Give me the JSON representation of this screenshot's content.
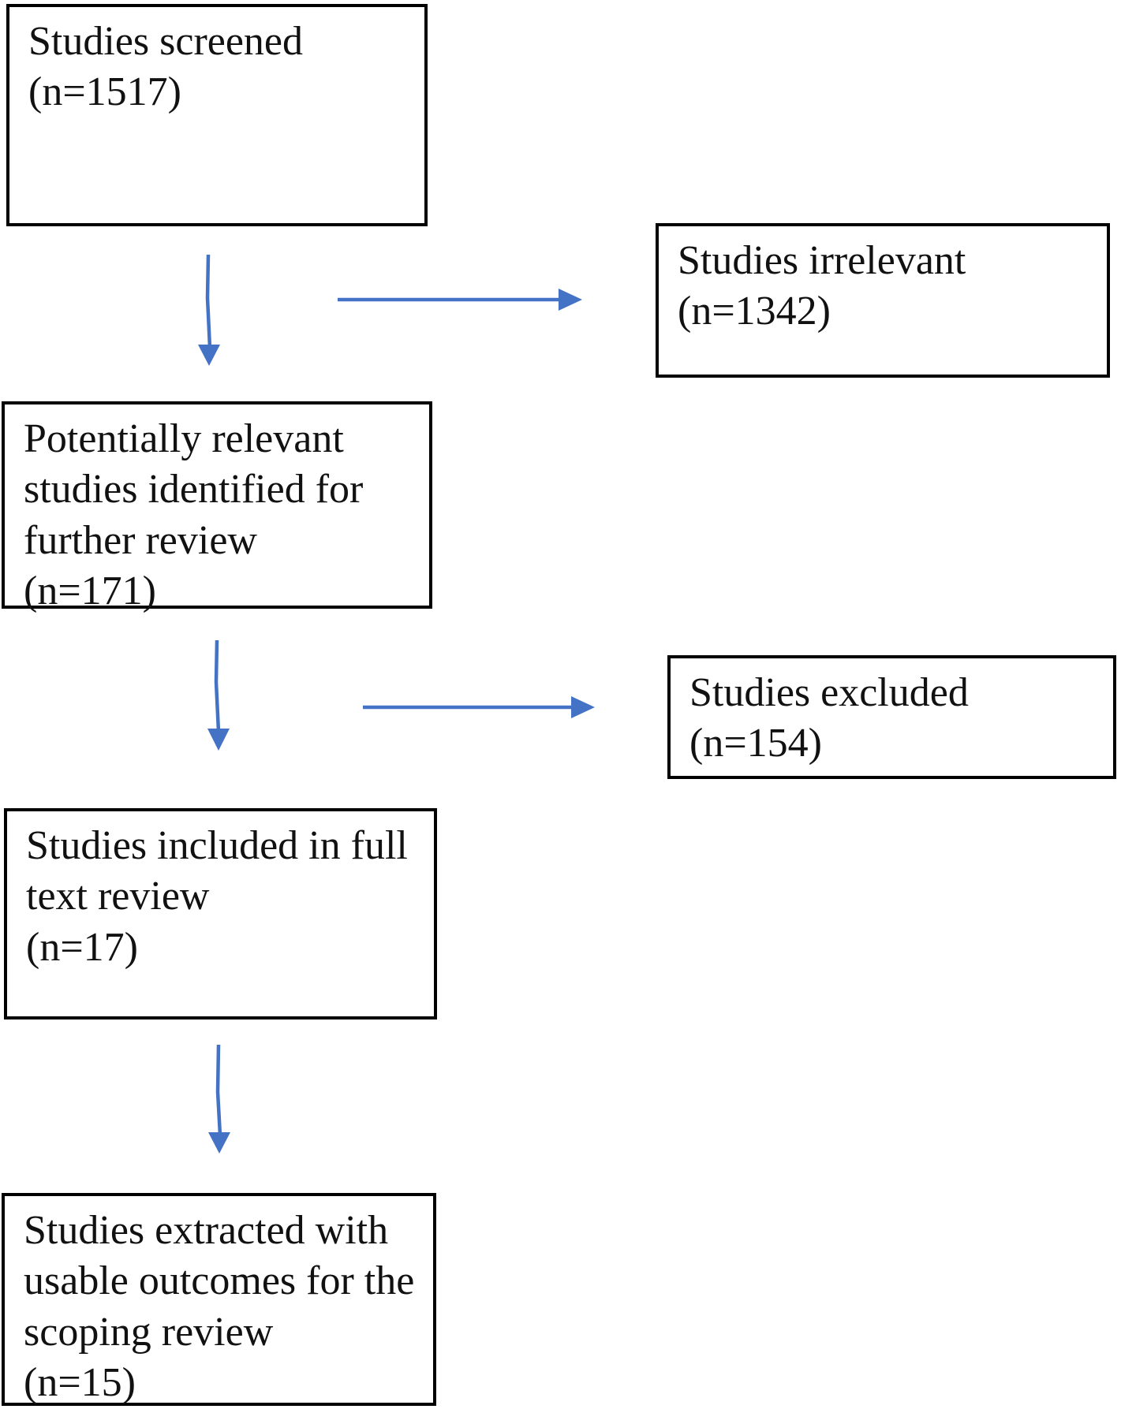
{
  "diagram": {
    "type": "flowchart",
    "title": "Study selection flow diagram",
    "accent_color": "#4472C4",
    "border_color": "#000000",
    "background_color": "#FFFFFF",
    "boxes": [
      {
        "id": "studies-screened",
        "label": "Studies screened",
        "count": 1517,
        "text": "Studies screened\n(n=1517)"
      },
      {
        "id": "studies-irrelevant",
        "label": "Studies irrelevant",
        "count": 1342,
        "text": "Studies irrelevant\n(n=1342)"
      },
      {
        "id": "potentially-relevant-studies",
        "label": "Potentially relevant studies identified for further review",
        "count": 171,
        "text": "Potentially relevant\nstudies identified for\nfurther review\n(n=171)"
      },
      {
        "id": "studies-excluded",
        "label": "Studies excluded",
        "count": 154,
        "text": "Studies excluded\n(n=154)"
      },
      {
        "id": "studies-full-text-review",
        "label": "Studies included in full text review",
        "count": 17,
        "text": "Studies included in full\ntext review\n(n=17)"
      },
      {
        "id": "studies-extracted-usable",
        "label": "Studies extracted with usable outcomes for the scoping review",
        "count": 15,
        "text": "Studies extracted with\nusable outcomes for the\nscoping review\n(n=15)"
      }
    ],
    "connections": [
      {
        "from": "studies-screened",
        "to": "potentially-relevant-studies",
        "direction": "down"
      },
      {
        "from": "studies-screened",
        "to": "studies-irrelevant",
        "direction": "right"
      },
      {
        "from": "potentially-relevant-studies",
        "to": "studies-full-text-review",
        "direction": "down"
      },
      {
        "from": "potentially-relevant-studies",
        "to": "studies-excluded",
        "direction": "right"
      },
      {
        "from": "studies-full-text-review",
        "to": "studies-extracted-usable",
        "direction": "down"
      }
    ]
  }
}
